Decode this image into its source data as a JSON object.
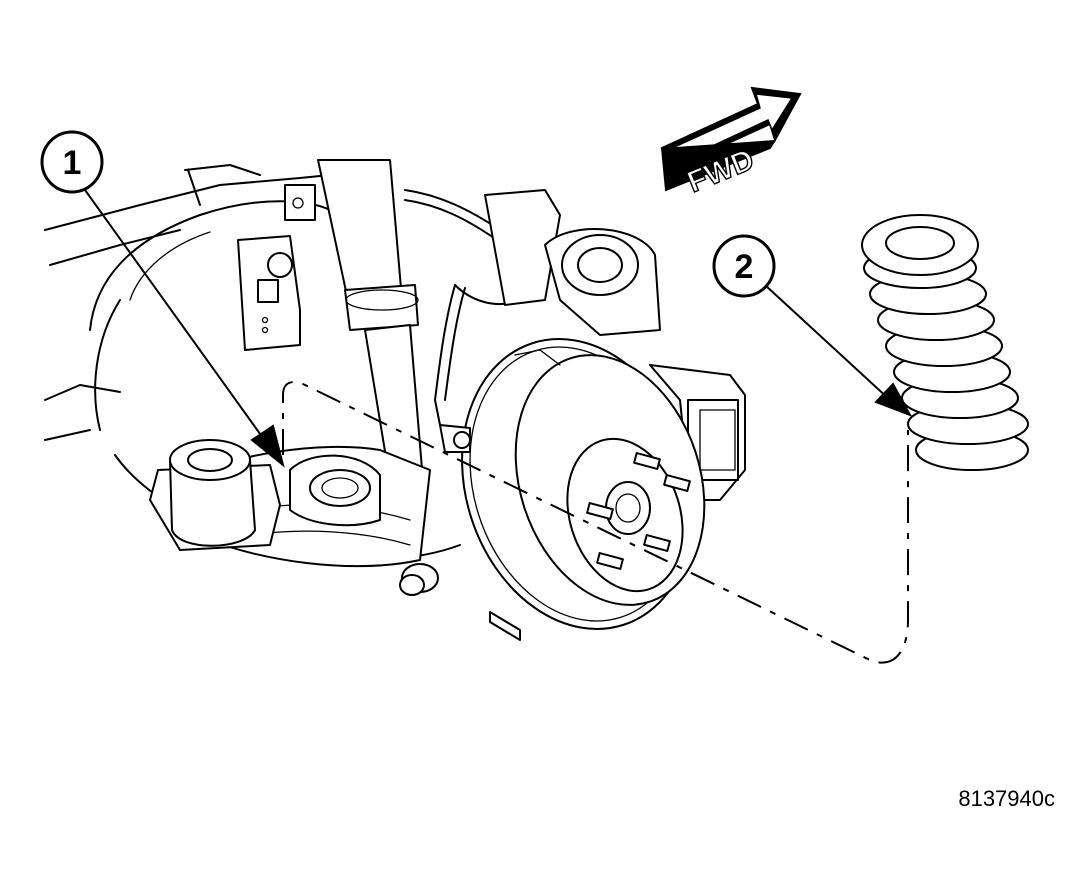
{
  "callouts": [
    {
      "number": "1"
    },
    {
      "number": "2"
    }
  ],
  "direction_label": "FWD",
  "figure_id": "8137940c",
  "icons": [
    "callout-circle",
    "leader-arrow",
    "forward-direction-arrow",
    "coil-spring",
    "brake-rotor",
    "caliper",
    "shock-absorber",
    "bushing"
  ]
}
